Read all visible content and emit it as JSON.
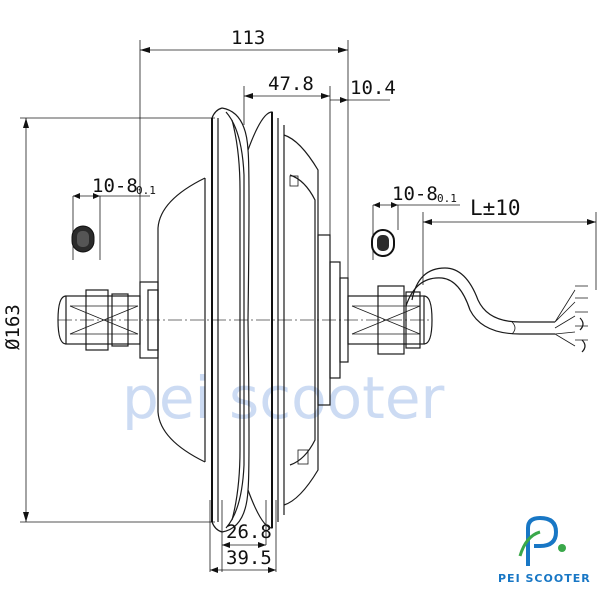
{
  "dimensions": {
    "overall_width": "113",
    "rim_width": "47.8",
    "flange_offset": "10.4",
    "diameter": "Ø163",
    "shaft_flat_left_main": "10-8",
    "shaft_flat_left_sub": "0.1",
    "shaft_flat_right_main": "10-8",
    "shaft_flat_right_sub": "0.1",
    "cable_length": "L±10",
    "tire_width": "26.8",
    "hub_width": "39.5"
  },
  "watermark": "pei scooter",
  "logo": {
    "text": "PEI SCOOTER",
    "colors": {
      "blue": "#1877c5",
      "green": "#3aa84a"
    }
  }
}
